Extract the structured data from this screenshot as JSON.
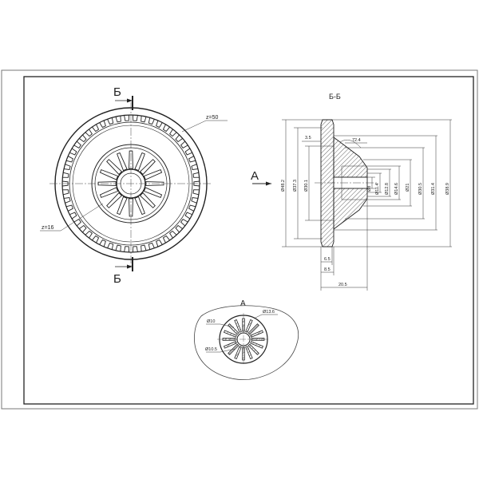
{
  "section_marks": {
    "top": "Б",
    "bottom": "Б",
    "view_arrow": "А"
  },
  "front_view": {
    "outer_teeth": "z=50",
    "inner_teeth": "z=16"
  },
  "section_view": {
    "title": "Б-Б",
    "angle": "72.4",
    "left_dim_top": "3.5",
    "diameters_left": [
      "Ø48.2",
      "Ø37.3",
      "Ø30.1"
    ],
    "diameters_right": [
      "Ø8",
      "Ø11.4",
      "Ø12.8",
      "Ø14.6",
      "Ø21",
      "Ø30.5",
      "Ø31.4",
      "Ø38.9"
    ],
    "bottom_dims": [
      "6.5",
      "8.5",
      "20.5"
    ]
  },
  "detail_view": {
    "title": "А",
    "dims": [
      "Ø13.6",
      "Ø10",
      "Ø10.5"
    ]
  }
}
